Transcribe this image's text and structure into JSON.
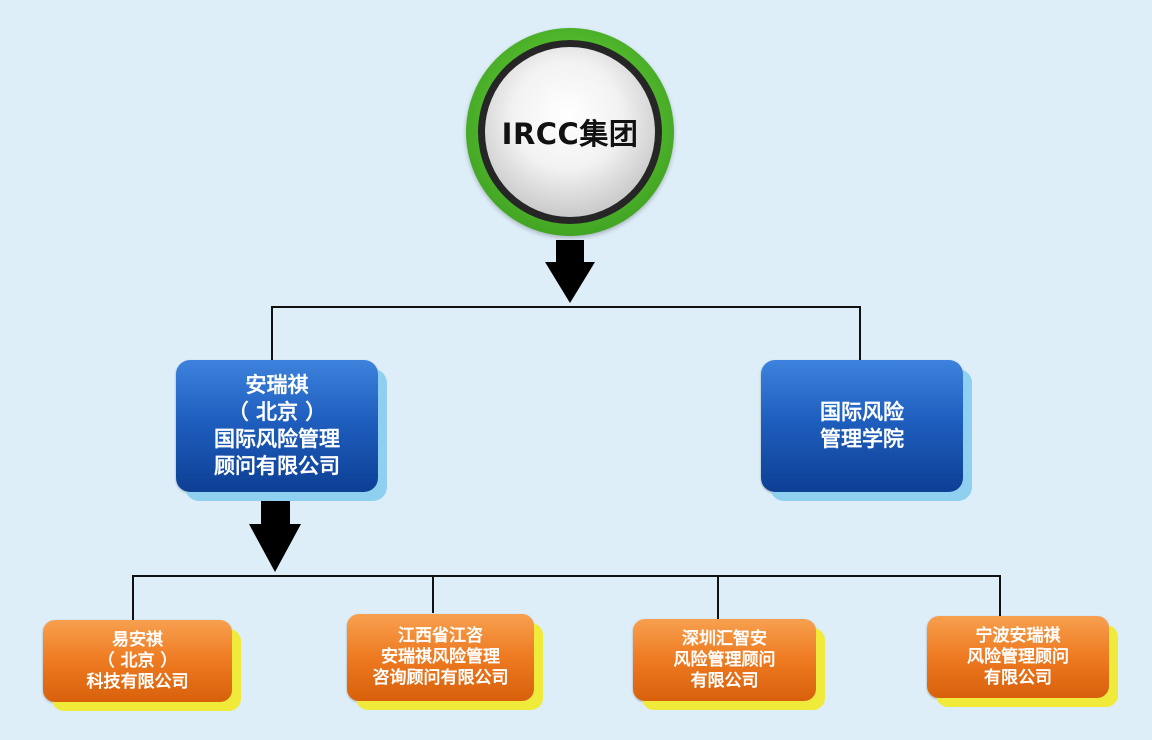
{
  "root": {
    "title": "IRCC集团"
  },
  "level1": [
    {
      "label": "安瑞祺\n（ 北京 ）\n国际风险管理\n顾问有限公司"
    },
    {
      "label": "国际风险\n管理学院"
    }
  ],
  "level2": [
    {
      "label": "易安祺\n（ 北京 ）\n科技有限公司"
    },
    {
      "label": "江西省江咨\n安瑞祺风险管理\n咨询顾问有限公司"
    },
    {
      "label": "深圳汇智安\n风险管理顾问\n有限公司"
    },
    {
      "label": "宁波安瑞祺\n风险管理顾问\n有限公司"
    }
  ],
  "colors": {
    "background": "#ddeef9",
    "root_ring": "#4fb52a",
    "level1_box": "#1f5fbf",
    "level1_shadow": "#8fd0f0",
    "level2_box": "#ee7a21",
    "level2_shadow": "#f0ea3a"
  }
}
